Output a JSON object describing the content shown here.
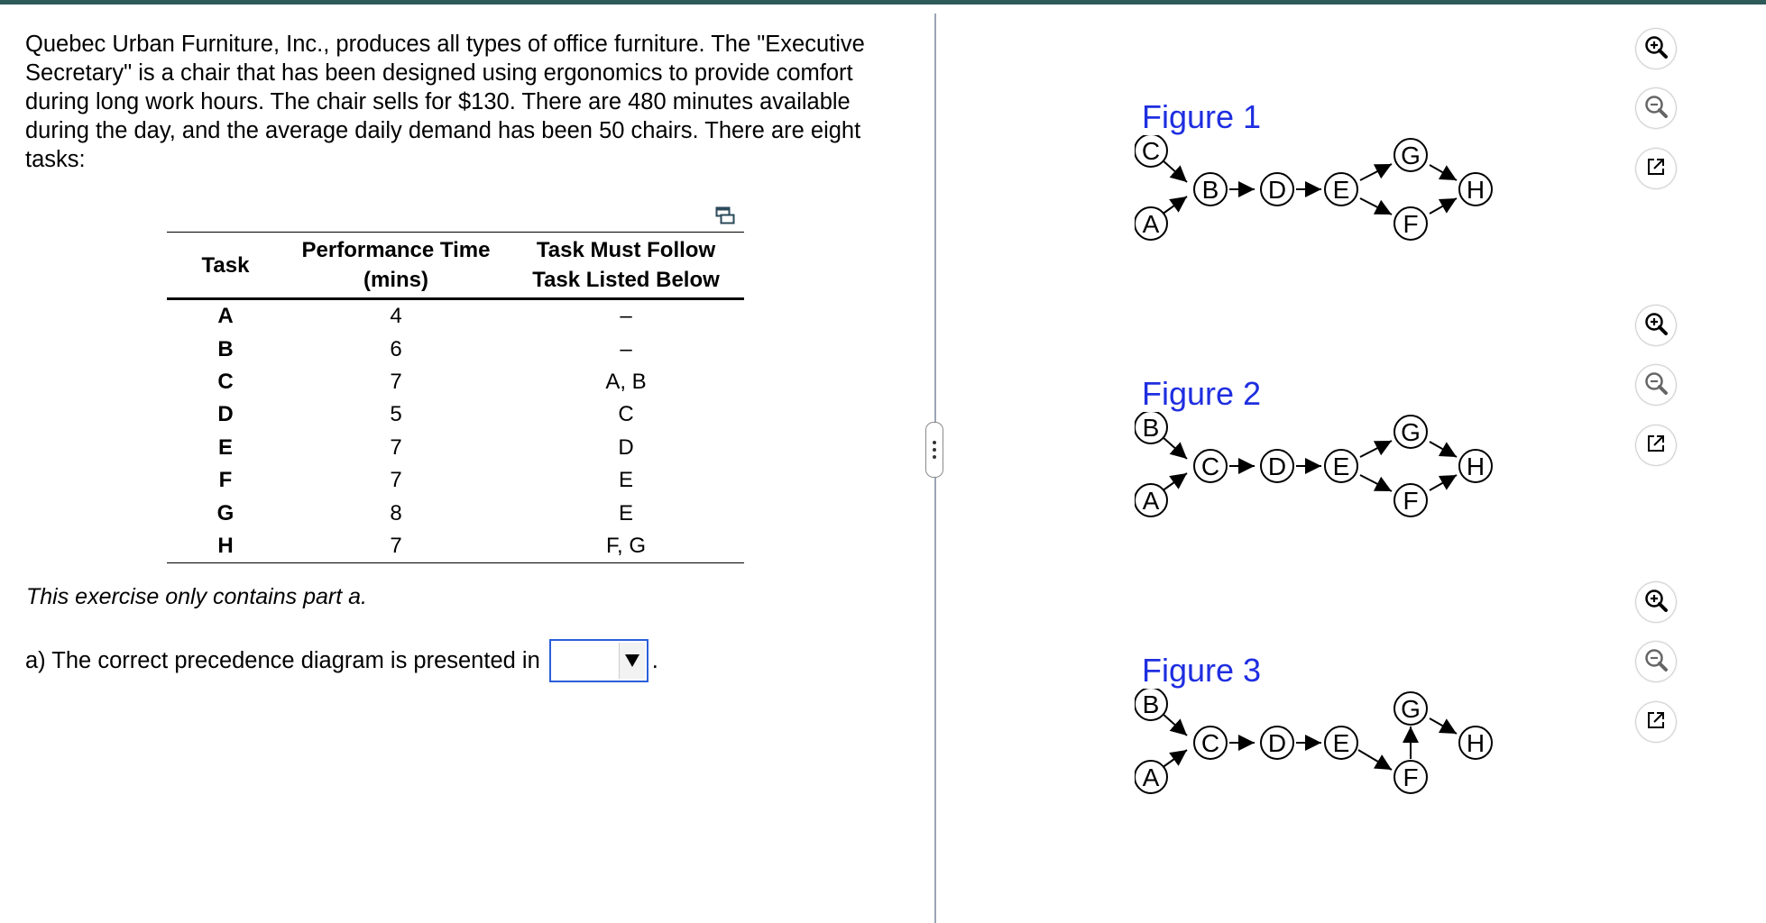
{
  "problem": {
    "text": "Quebec Urban Furniture, Inc., produces all types of office furniture. The \"Executive Secretary\" is a chair that has been designed using ergonomics to provide comfort during long work hours. The chair sells for $130. There are 480 minutes available during the day, and the average daily demand has been 50 chairs. There are eight tasks:",
    "lines": [
      "Quebec Urban Furniture, Inc., produces all types of office furniture. The \"Executive",
      "Secretary\" is a chair that has been designed using ergonomics to provide comfort",
      "during long work hours. The chair sells for $130. There are 480 minutes available",
      "during the day, and the average daily demand has been 50 chairs. There are eight",
      "tasks:"
    ]
  },
  "table": {
    "headers": {
      "task": "Task",
      "time_line1": "Performance Time",
      "time_line2": "(mins)",
      "follow_line1": "Task Must Follow",
      "follow_line2": "Task Listed Below"
    },
    "rows": [
      {
        "task": "A",
        "time": "4",
        "follow": "–"
      },
      {
        "task": "B",
        "time": "6",
        "follow": "–"
      },
      {
        "task": "C",
        "time": "7",
        "follow": "A, B"
      },
      {
        "task": "D",
        "time": "5",
        "follow": "C"
      },
      {
        "task": "E",
        "time": "7",
        "follow": "D"
      },
      {
        "task": "F",
        "time": "7",
        "follow": "E"
      },
      {
        "task": "G",
        "time": "8",
        "follow": "E"
      },
      {
        "task": "H",
        "time": "7",
        "follow": "F, G"
      }
    ]
  },
  "note": "This exercise only contains part a.",
  "question": {
    "prefix": "a) The correct precedence diagram is presented in",
    "selected": "",
    "suffix": "."
  },
  "figures": [
    {
      "title": "Figure 1"
    },
    {
      "title": "Figure 2"
    },
    {
      "title": "Figure 3"
    }
  ],
  "icons": {
    "zoom_in": "zoom-in-icon",
    "zoom_out": "zoom-out-icon",
    "pop_out": "pop-out-icon",
    "copy": "copy-table-icon",
    "dropdown": "dropdown-arrow-icon"
  },
  "colors": {
    "figure_title": "#1f2ee0",
    "dropdown_border": "#2b5fd9",
    "top_bar": "#2e5a5a"
  }
}
